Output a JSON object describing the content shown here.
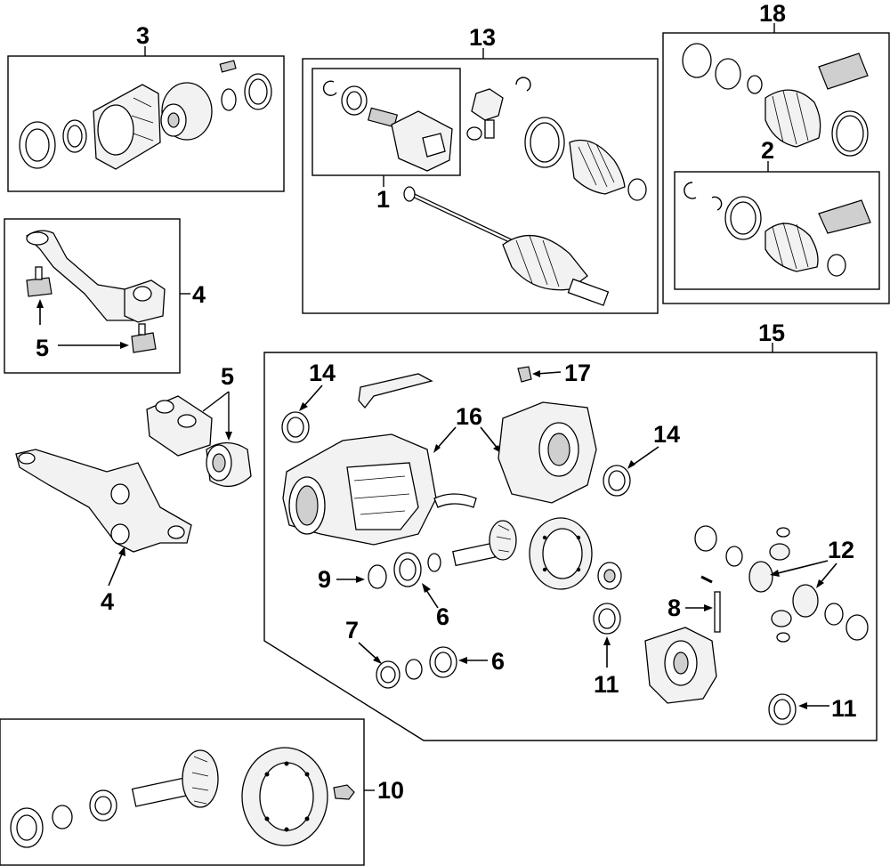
{
  "callouts": {
    "c1": "1",
    "c2": "2",
    "c3": "3",
    "c4a": "4",
    "c4b": "4",
    "c5a": "5",
    "c5b": "5",
    "c6a": "6",
    "c6b": "6",
    "c7": "7",
    "c8": "8",
    "c9": "9",
    "c10": "10",
    "c11a": "11",
    "c11b": "11",
    "c12": "12",
    "c13": "13",
    "c14a": "14",
    "c14b": "14",
    "c15": "15",
    "c16": "16",
    "c17": "17",
    "c18": "18"
  },
  "colors": {
    "ink": "#000000",
    "paper": "#ffffff",
    "part_fill": "#f2f2f2"
  }
}
